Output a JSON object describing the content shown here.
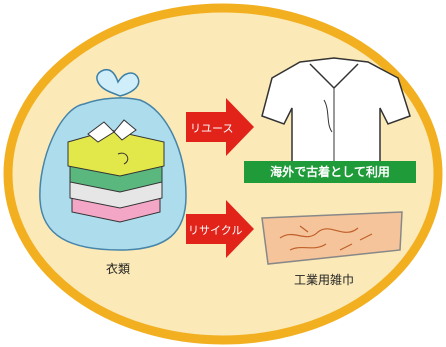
{
  "labels": {
    "clothing": "衣類",
    "reuse": "リユース",
    "recycle": "リサイクル",
    "reuse_result": "海外で古着として利用",
    "recycle_result": "工業用雑巾"
  },
  "colors": {
    "oval_fill": "#fbe9b7",
    "oval_stroke": "#f2b021",
    "arrow_red": "#e2231a",
    "banner_green": "#1f9b3a",
    "bag_blue": "#a9dcef",
    "rag_fill": "#f5c49a"
  },
  "icons": {
    "clothes_bag": "plastic-bag-with-folded-clothes-icon",
    "shirt": "white-shirt-icon",
    "rag": "industrial-rag-icon"
  }
}
